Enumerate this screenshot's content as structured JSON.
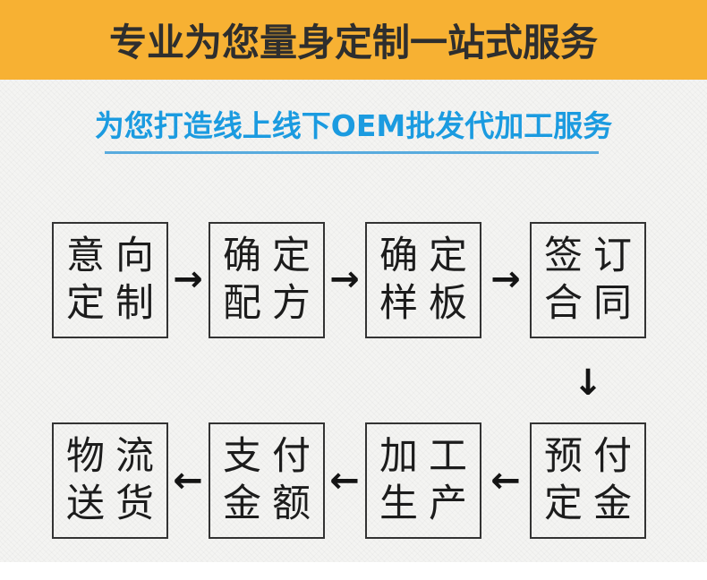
{
  "banner": {
    "title": "专业为您量身定制一站式服务",
    "bg_color": "#F7B133",
    "text_color": "#2E2E2E"
  },
  "subtitle": {
    "text": "为您打造线上线下OEM批发代加工服务",
    "text_color": "#1B9BE0",
    "underline_color": "#58ABDE"
  },
  "flow": {
    "right_arrow": "→",
    "left_arrow": "←",
    "down_arrow": "↓",
    "row1_steps": [
      {
        "line1": "意向",
        "line2": "定制"
      },
      {
        "line1": "确定",
        "line2": "配方"
      },
      {
        "line1": "确定",
        "line2": "样板"
      },
      {
        "line1": "签订",
        "line2": "合同"
      }
    ],
    "row2_steps": [
      {
        "line1": "物流",
        "line2": "送货"
      },
      {
        "line1": "支付",
        "line2": "金额"
      },
      {
        "line1": "加工",
        "line2": "生产"
      },
      {
        "line1": "预付",
        "line2": "定金"
      }
    ]
  }
}
